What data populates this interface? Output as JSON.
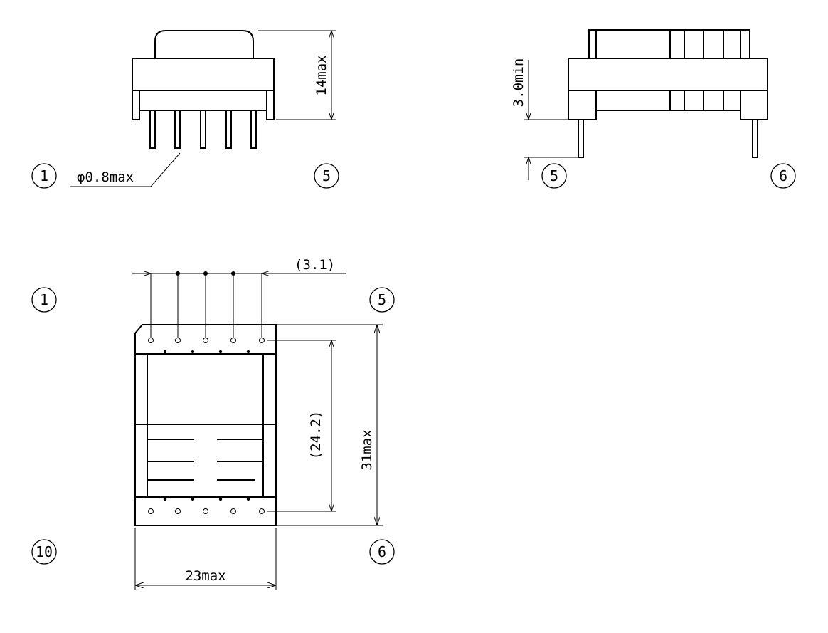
{
  "front_view": {
    "pin_labels": [
      "1",
      "5"
    ],
    "dim_height": "14max",
    "dim_pin_diameter": "φ0.8max"
  },
  "side_view": {
    "pin_labels": [
      "5",
      "6"
    ],
    "dim_standoff": "3.0min"
  },
  "bottom_view": {
    "pin_labels": [
      "1",
      "5",
      "10",
      "6"
    ],
    "dim_pitch": "(3.1)",
    "dim_row_spacing": "(24.2)",
    "dim_length": "31max",
    "dim_width": "23max"
  }
}
